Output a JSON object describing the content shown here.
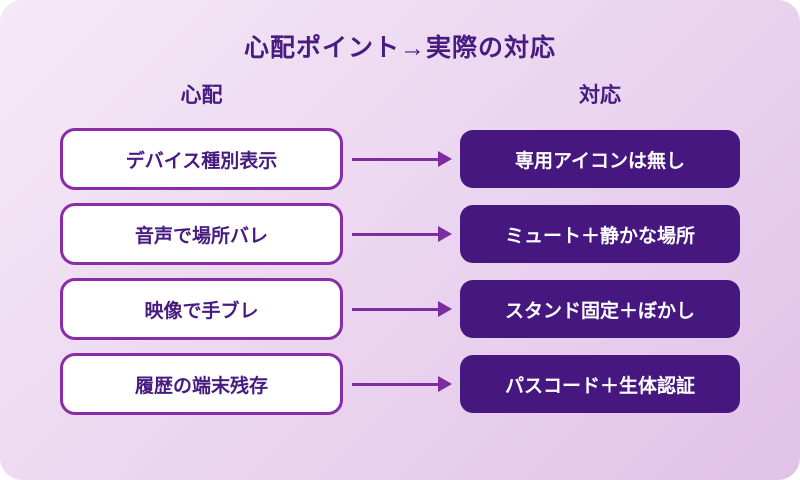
{
  "title": "心配ポイント→実際の対応",
  "columns": {
    "left_header": "心配",
    "right_header": "対応"
  },
  "rows": [
    {
      "worry": "デバイス種別表示",
      "response": "専用アイコンは無し"
    },
    {
      "worry": "音声で場所バレ",
      "response": "ミュート＋静かな場所"
    },
    {
      "worry": "映像で手ブレ",
      "response": "スタンド固定＋ぼかし"
    },
    {
      "worry": "履歴の端末残存",
      "response": "パスコード＋生体認証"
    }
  ],
  "icons": [
    {
      "name": "arrow-right-icon",
      "glyph": "→"
    }
  ],
  "colors": {
    "background_gradient_light": "#f5e9f7",
    "background_gradient_mid": "#ead4ef",
    "background_gradient_dark": "#e2c2e8",
    "accent_border": "#8a2ba8",
    "accent_arrow": "#7e2ca2",
    "dark_box": "#45177f",
    "dark_text": "#471b80",
    "worry_box_fill": "#ffffff",
    "response_text": "#ffffff",
    "page_outside": "#ffffff"
  }
}
